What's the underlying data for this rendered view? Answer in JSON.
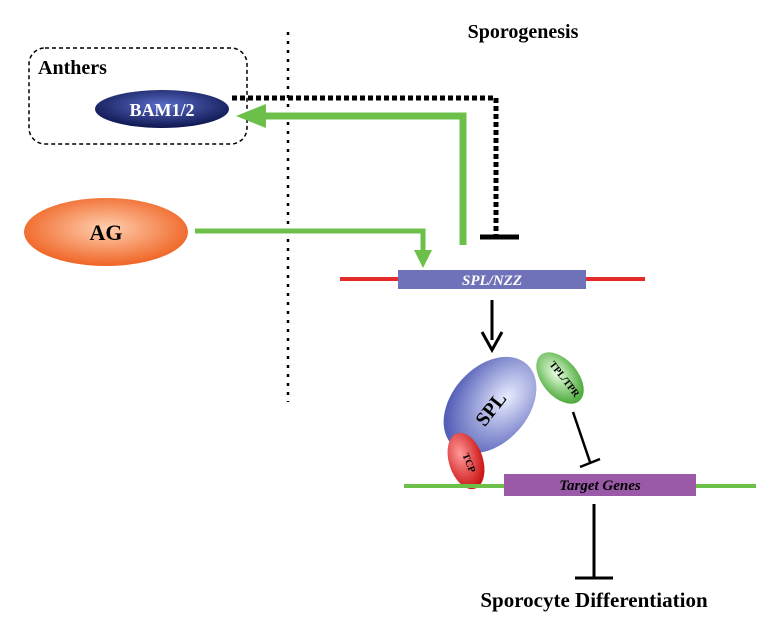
{
  "title": "Sporogenesis",
  "anthers_label": "Anthers",
  "bam_label": "BAM1/2",
  "ag_label": "AG",
  "spl_nzz_label": "SPL/NZZ",
  "spl_label": "SPL",
  "tpl_label": "TPL/TPR",
  "tcp_label": "TCP",
  "target_genes_label": "Target Genes",
  "outcome_label": "Sporocyte Differentiation",
  "colors": {
    "activation_arrow": "#6cc04a",
    "repression_dashed": "#000000",
    "dna_red": "#e52a2a",
    "dna_green": "#6cc04a",
    "gene_box_blue": "#6f72b8",
    "gene_box_purple": "#9a5aa8",
    "bam_oval": "#1c2a6b",
    "ag_oval": "#f07030",
    "spl_oval": "#6f7acb",
    "tpl_oval": "#78c860",
    "tcp_oval": "#e02828"
  }
}
